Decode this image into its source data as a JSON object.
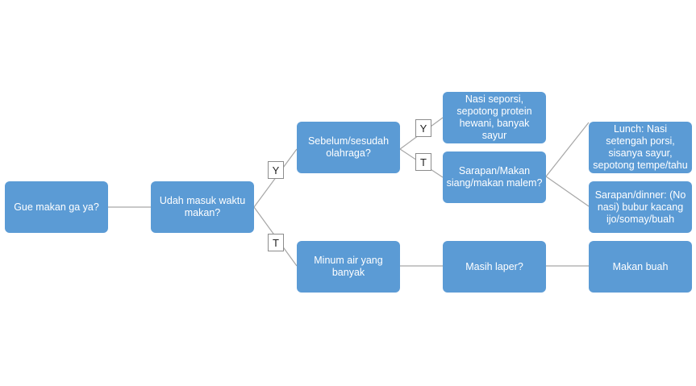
{
  "colors": {
    "node_fill": "#5b9bd5",
    "connector": "#a6a6a6",
    "node_text": "#ffffff"
  },
  "nodes": {
    "start": "Gue makan ga ya?",
    "meal_time": "Udah masuk waktu makan?",
    "exercise": "Sebelum/sesudah olahraga?",
    "post_exercise_meal": "Nasi seporsi, sepotong protein hewani, banyak sayur",
    "which_meal": "Sarapan/Makan siang/makan malem?",
    "lunch": "Lunch: Nasi setengah porsi, sisanya sayur, sepotong tempe/tahu",
    "breakfast_dinner": "Sarapan/dinner: (No nasi) bubur kacang ijo/somay/buah",
    "drink_water": "Minum air yang banyak",
    "still_hungry": "Masih laper?",
    "eat_fruit": "Makan buah"
  },
  "labels": {
    "meal_time_yes": "Y",
    "meal_time_no": "T",
    "exercise_yes": "Y",
    "exercise_no": "T"
  }
}
